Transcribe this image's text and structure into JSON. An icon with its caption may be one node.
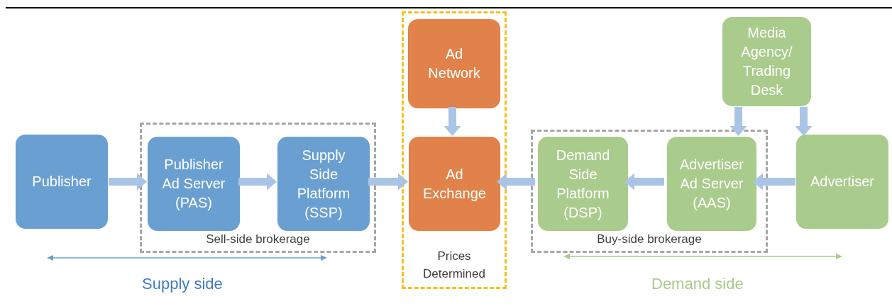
{
  "diagram": {
    "nodes": [
      {
        "text": [
          "Sell-side brokerage"
        ]
      },
      {
        "text": [
          "Publisher"
        ]
      },
      {
        "text": [
          "Publisher Ad Server (PAS)"
        ],
        "in": 0
      },
      {
        "text": [
          "Supply Side Platform (SSP)"
        ],
        "in": 0
      },
      {
        "text": [
          "Prices Determined"
        ]
      },
      {
        "text": [
          "Ad Network"
        ],
        "in": 4
      },
      {
        "text": [
          "Ad Exchange"
        ],
        "in": 4
      },
      {
        "text": [
          "Buy-side brokerage"
        ]
      },
      {
        "text": [
          "Demand Side Platform (DSP)"
        ],
        "in": 7
      },
      {
        "text": [
          "Advertiser Ad Server (AAS)"
        ],
        "in": 7
      },
      {
        "text": [
          "Media Agency/ Trading Desk"
        ]
      },
      {
        "text": [
          "Advertiser"
        ]
      }
    ],
    "edges": [
      {
        "from": 1,
        "to": 2,
        "arrow": "to"
      },
      {
        "from": 2,
        "to": 3,
        "arrow": "to"
      },
      {
        "from": 3,
        "to": 6,
        "arrow": "to"
      },
      {
        "from": 5,
        "to": 6,
        "arrow": "to"
      },
      {
        "from": 11,
        "to": 9,
        "arrow": "to"
      },
      {
        "from": 9,
        "to": 8,
        "arrow": "to"
      },
      {
        "from": 8,
        "to": 6,
        "arrow": "to"
      },
      {
        "from": 10,
        "to": 9,
        "arrow": "to"
      },
      {
        "from": 10,
        "to": 11,
        "arrow": "to"
      }
    ],
    "labels": [
      "Supply side",
      "Demand side"
    ]
  }
}
